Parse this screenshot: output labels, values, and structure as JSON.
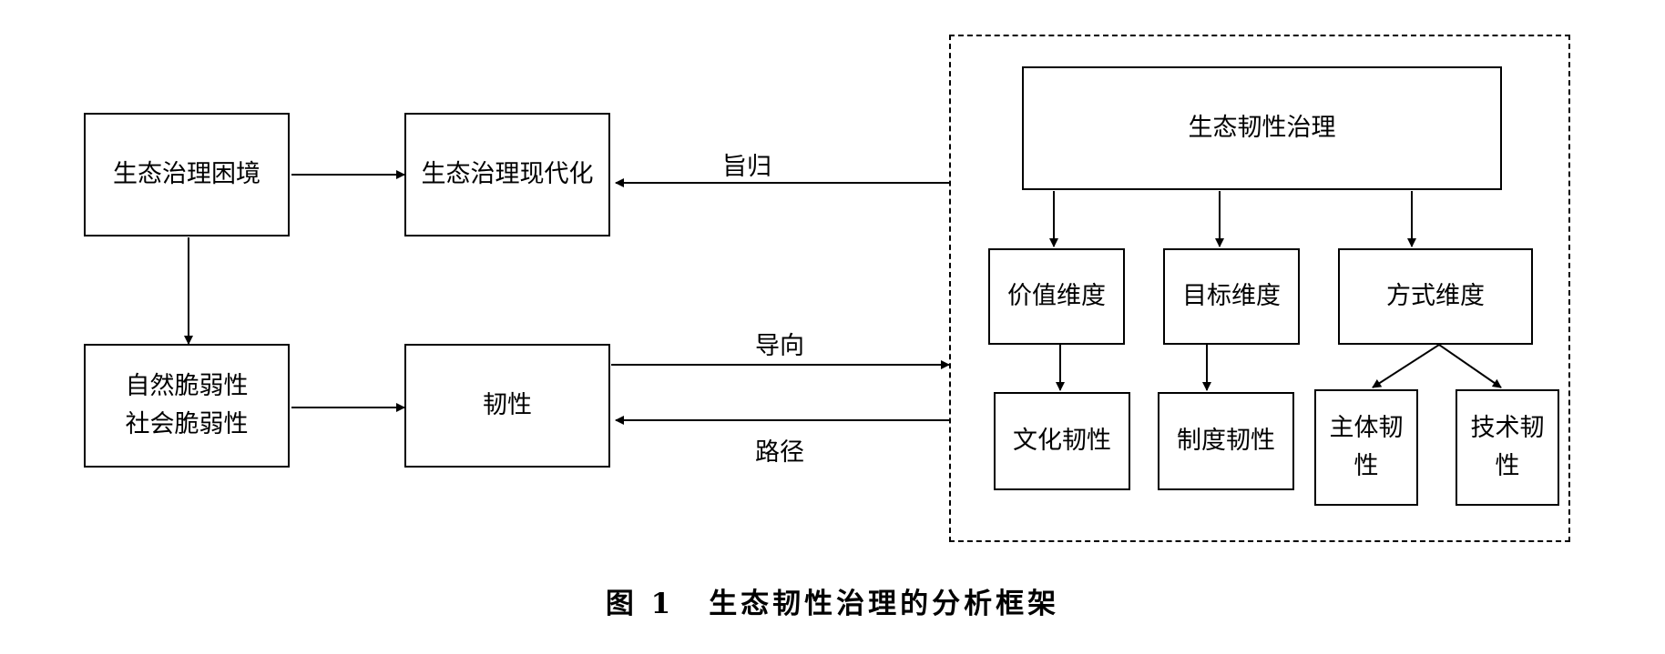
{
  "figure": {
    "caption_number": "图 1",
    "caption_title": "生态韧性治理的分析框架"
  },
  "left": {
    "dilemma": "生态治理困境",
    "modernization": "生态治理现代化",
    "vulnerability_lines": [
      "自然脆弱性",
      "社会脆弱性"
    ],
    "resilience": "韧性"
  },
  "edge_labels": {
    "purpose": "旨归",
    "guidance": "导向",
    "path": "路径"
  },
  "framework": {
    "title": "生态韧性治理",
    "dimensions": {
      "value": "价值维度",
      "goal": "目标维度",
      "method": "方式维度"
    },
    "resiliences": {
      "culture": "文化韧性",
      "system": "制度韧性",
      "subject_lines": [
        "主体韧",
        "性"
      ],
      "technology_lines": [
        "技术韧",
        "性"
      ]
    }
  }
}
